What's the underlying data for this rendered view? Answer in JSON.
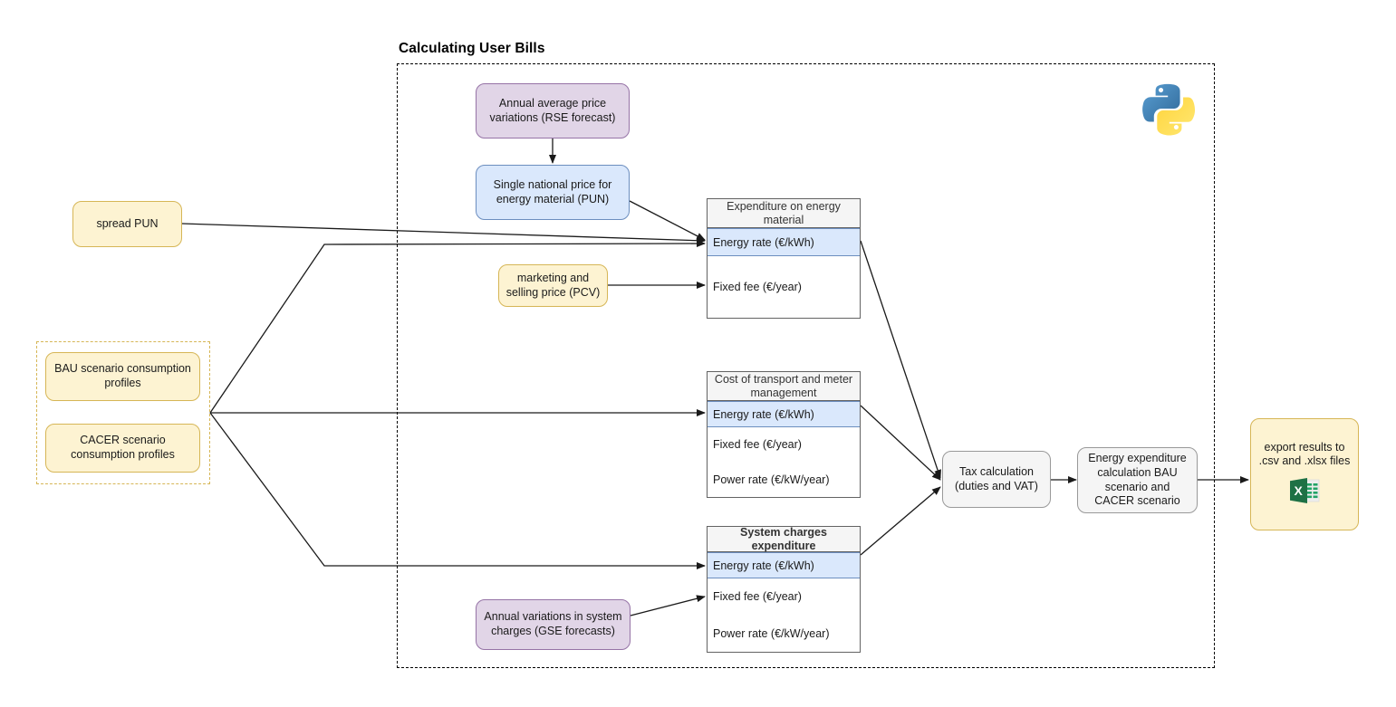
{
  "diagram": {
    "title": "Calculating User Bills",
    "type": "flowchart",
    "colors": {
      "yellow_fill": "#fdf3d2",
      "yellow_stroke": "#d6b656",
      "purple_fill": "#e1d5e7",
      "purple_stroke": "#9673a6",
      "blue_fill": "#dae8fc",
      "blue_stroke": "#6c8ebf",
      "grey_fill": "#f5f5f5",
      "grey_stroke": "#999999",
      "edge_stroke": "#1a1a1a"
    }
  },
  "nodes": {
    "spread_pun": "spread PUN",
    "bau_profiles": "BAU scenario consumption profiles",
    "cacer_profiles": "CACER scenario consumption profiles",
    "annual_price_variations": "Annual average price variations (RSE forecast)",
    "single_national_price": "Single national price for energy material (PUN)",
    "marketing_price": "marketing and selling price (PCV)",
    "annual_system_charges": "Annual variations in system charges (GSE forecasts)",
    "tax_calculation": "Tax calculation (duties and VAT)",
    "energy_expenditure": "Energy expenditure calculation BAU scenario and CACER scenario",
    "export_results": "export results to .csv and .xlsx files"
  },
  "tables": {
    "expenditure_energy": {
      "header": "Expenditure on energy material",
      "rows": [
        "Energy rate (€/kWh)",
        "Fixed fee (€/year)"
      ]
    },
    "transport_meter": {
      "header": "Cost of transport and meter management",
      "rows": [
        "Energy rate (€/kWh)",
        "Fixed fee (€/year)",
        "Power rate (€/kW/year)"
      ]
    },
    "system_charges": {
      "header": "System charges expenditure",
      "rows": [
        "Energy rate (€/kWh)",
        "Fixed fee (€/year)",
        "Power rate (€/kW/year)"
      ]
    }
  },
  "icons": {
    "python_logo": "python-logo",
    "excel_file": "excel-file-icon"
  }
}
